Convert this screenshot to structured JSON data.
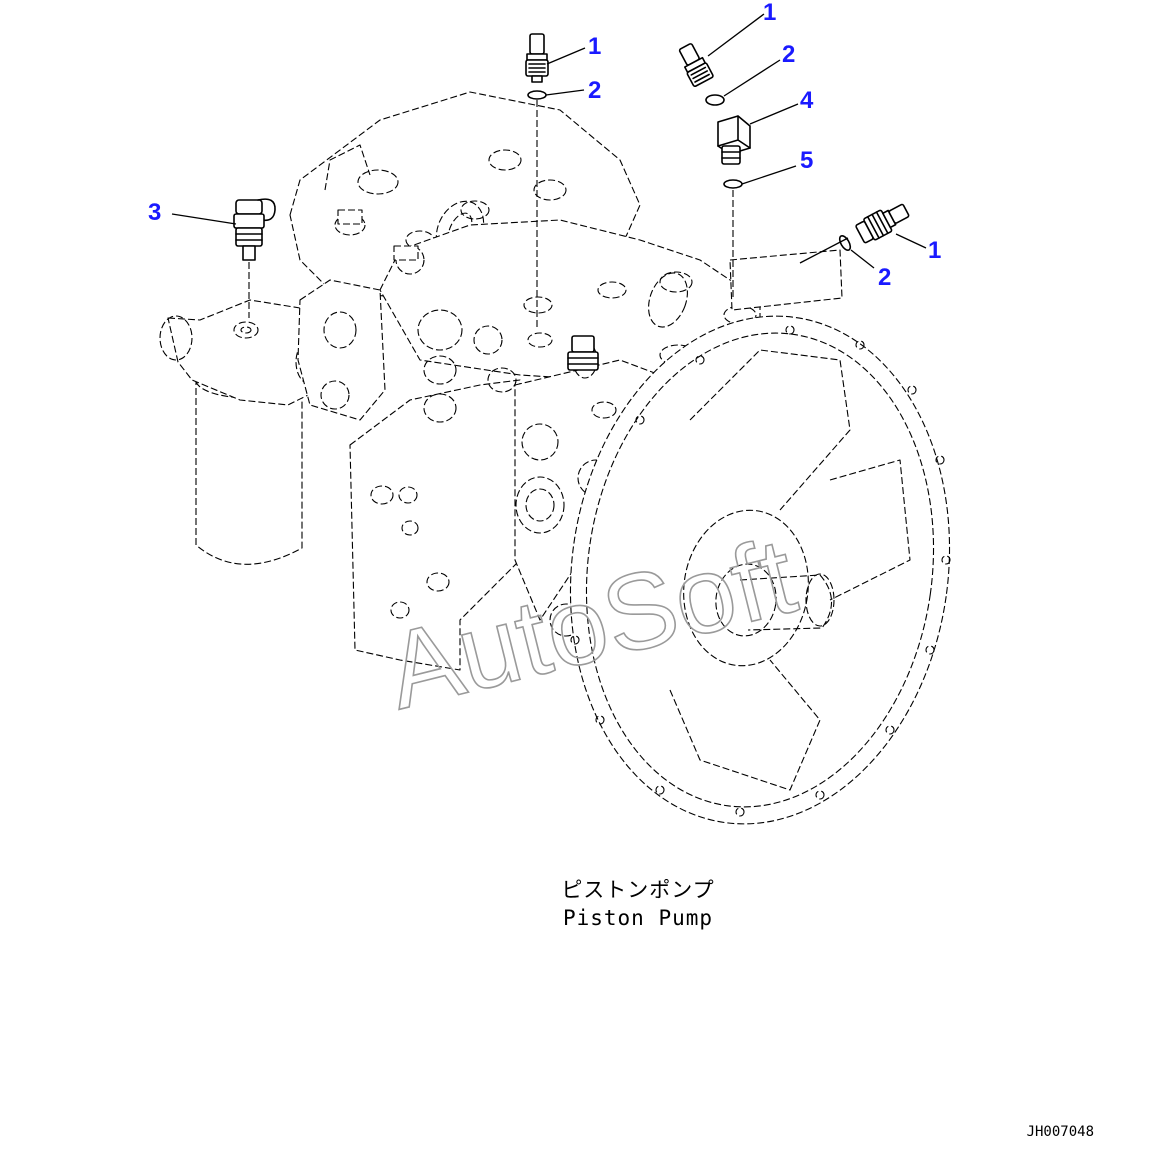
{
  "colors": {
    "callout": "#1a1aff",
    "line": "#000000",
    "watermark": "#9a9a9a",
    "background": "#ffffff"
  },
  "callouts": [
    "1",
    "2",
    "1",
    "2",
    "4",
    "5",
    "3",
    "1",
    "2"
  ],
  "caption": {
    "japanese": "ピストンポンプ",
    "english": "Piston Pump"
  },
  "drawing_code": "JH007048",
  "watermark": "AutoSoft"
}
